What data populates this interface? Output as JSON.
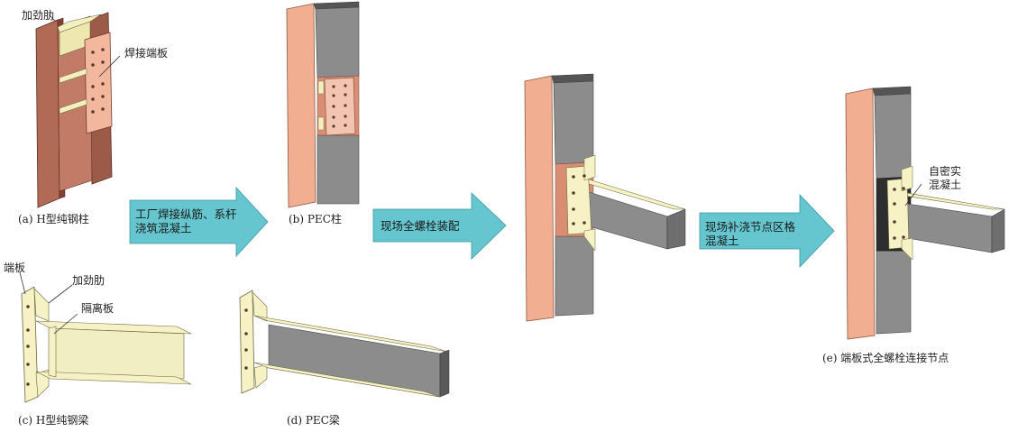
{
  "colors": {
    "steel_brown": "#b5705b",
    "steel_brown_dark": "#8f4f3f",
    "pink_face": "#f3b092",
    "pink_side": "#f7c4a8",
    "concrete": "#8a8a8a",
    "concrete_dark": "#5e5e5e",
    "plate_yellow": "#f6f2c6",
    "arrow_fill": "#66c6cf"
  },
  "annotations": {
    "stiffener_a": "加劲肋",
    "welded_end_plate": "焊接端板",
    "end_plate_c": "端板",
    "stiffener_c": "加劲肋",
    "isolation_plate": "隔离板",
    "self_compacting_concrete": "自密实\n混凝土"
  },
  "arrows": {
    "factory": "工厂焊接纵筋、系杆\n浇筑混凝土",
    "assembly": "现场全螺栓装配",
    "grouting": "现场补浇节点区格\n混凝土"
  },
  "captions": {
    "a": "(a)  H型纯钢柱",
    "b": "(b)  PEC柱",
    "c": "(c)  H型纯钢梁",
    "d": "(d)  PEC梁",
    "e": "(e)  端板式全螺栓连接节点"
  }
}
